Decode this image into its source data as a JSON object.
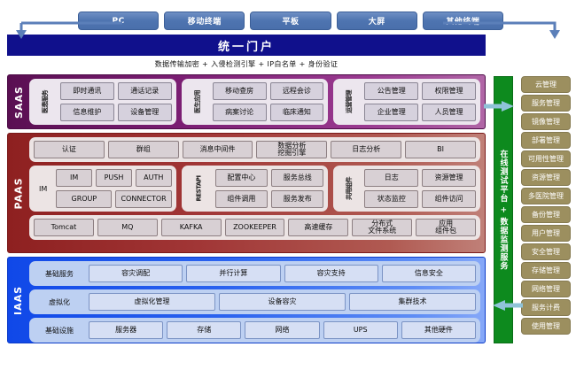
{
  "terminals": {
    "items": [
      {
        "label": "PC"
      },
      {
        "label": "移动终端"
      },
      {
        "label": "平板"
      },
      {
        "label": "大屏"
      },
      {
        "label": "其他终端"
      }
    ]
  },
  "portal": {
    "title": "统一门户",
    "subtitle": "数据传输加密 + 入侵检测引擎 + IP白名单 + 身份验证"
  },
  "layers": {
    "saas": {
      "name": "SAAS",
      "color": "#7a1d72",
      "groups": [
        {
          "label": "医患服务",
          "cells": [
            "即时通讯",
            "通话记录",
            "信息维护",
            "设备管理"
          ]
        },
        {
          "label": "医生应用",
          "cells": [
            "移动查房",
            "远程会诊",
            "病案讨论",
            "临床通知"
          ]
        },
        {
          "label": "运营管理",
          "cells": [
            "公告管理",
            "权限管理",
            "企业管理",
            "人员管理"
          ]
        }
      ]
    },
    "paas": {
      "name": "PAAS",
      "color": "#a13636",
      "top_row": [
        "认证",
        "群组",
        "消息中间件",
        "数据分析\n挖掘引擎",
        "日志分析",
        "BI"
      ],
      "mid_groups": [
        {
          "label": "IM",
          "label_orientation": "horizontal",
          "row1": [
            "IM",
            "PUSH",
            "AUTH"
          ],
          "row2": [
            "GROUP",
            "CONNECTOR"
          ]
        },
        {
          "label": "RESTAPI",
          "label_orientation": "vertical",
          "row1": [
            "配置中心",
            "服务总线"
          ],
          "row2": [
            "组件调用",
            "服务发布"
          ]
        },
        {
          "label": "共用组件",
          "label_orientation": "vertical",
          "row1": [
            "日志",
            "资源管理"
          ],
          "row2": [
            "状态监控",
            "组件访问"
          ]
        }
      ],
      "bottom_row": [
        "Tomcat",
        "MQ",
        "KAFKA",
        "ZOOKEEPER",
        "高速缓存",
        "分布式\n文件系统",
        "应用\n组件包"
      ]
    },
    "iaas": {
      "name": "IAAS",
      "color": "#2a62ef",
      "rows": [
        {
          "label": "基础服务",
          "cells": [
            "容灾调配",
            "并行计算",
            "容灾支持",
            "信息安全"
          ]
        },
        {
          "label": "虚拟化",
          "cells": [
            "虚拟化管理",
            "设备容灾",
            "集群技术"
          ]
        },
        {
          "label": "基础设施",
          "cells": [
            "服务器",
            "存储",
            "网络",
            "UPS",
            "其他硬件"
          ]
        }
      ]
    }
  },
  "green_bar": {
    "label": "在线测试平台 + 数据监测服务",
    "color": "#0d8a1e"
  },
  "sidebar": {
    "items": [
      {
        "label": "云管理"
      },
      {
        "label": "服务管理"
      },
      {
        "label": "镜像管理"
      },
      {
        "label": "部署管理"
      },
      {
        "label": "可用性管理"
      },
      {
        "label": "资源管理"
      },
      {
        "label": "多医院管理"
      },
      {
        "label": "备份管理"
      },
      {
        "label": "用户管理"
      },
      {
        "label": "安全管理"
      },
      {
        "label": "存储管理"
      },
      {
        "label": "网络管理"
      },
      {
        "label": "服务计费"
      },
      {
        "label": "使用管理"
      }
    ]
  }
}
